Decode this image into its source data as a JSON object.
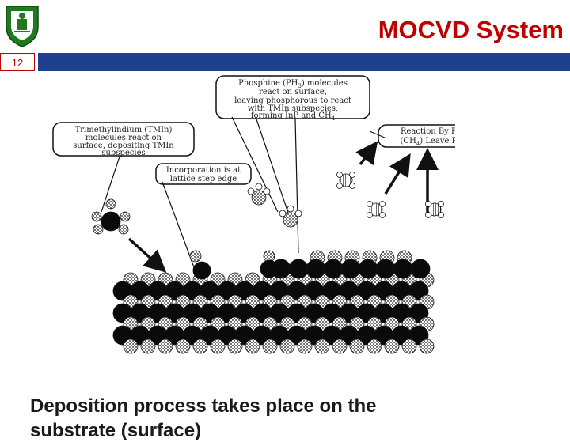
{
  "header": {
    "title": "MOCVD System",
    "page_number": "12"
  },
  "diagram": {
    "box_phosphine": [
      "Phosphine (PH",
      "3",
      ") molecules",
      "react on surface,",
      "leaving phosphorous to react",
      "with TMIn subspecies,",
      "forming InP and CH",
      "4"
    ],
    "box_tmin": [
      "Trimethylindium (TMIn)",
      "molecules react on",
      "surface, depositing TMIn",
      "subspecies"
    ],
    "box_incorporation": [
      "Incorporation is at",
      "lattice step edge"
    ],
    "box_byproduct": [
      "Reaction By Product",
      "(CH",
      "4",
      ") Leave Reactor"
    ]
  },
  "caption": {
    "line1": "Deposition process takes place on the",
    "line2": "substrate (surface)"
  },
  "colors": {
    "title": "#c00000",
    "bar": "#1f3f8f",
    "logo": "#1e7a1e"
  }
}
